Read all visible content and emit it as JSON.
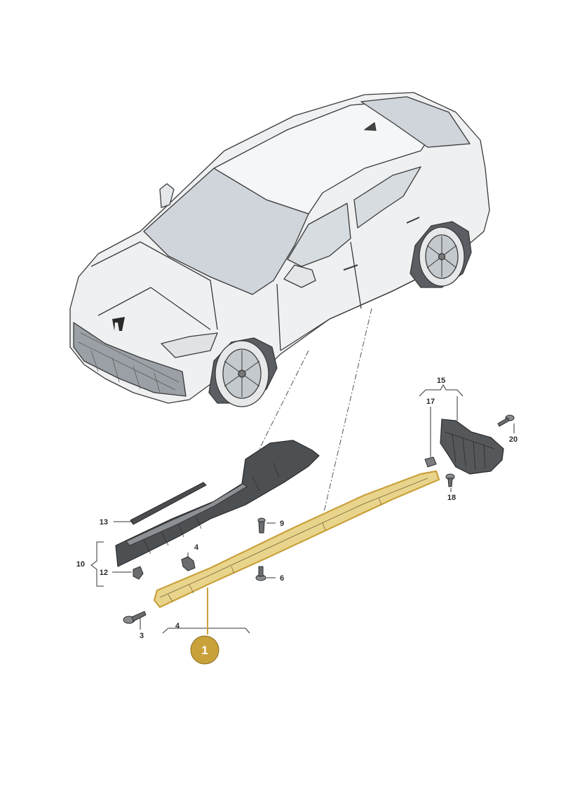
{
  "callouts": {
    "c1": "1",
    "c3": "3",
    "c4a": "4",
    "c4b": "4",
    "c6": "6",
    "c9": "9",
    "c10": "10",
    "c12": "12",
    "c13": "13",
    "c15": "15",
    "c17": "17",
    "c18": "18",
    "c20": "20"
  },
  "colors": {
    "highlight": "#c9a13b",
    "highlight_fill": "#e9d48c",
    "badge": "#c9a13b",
    "line": "#333333",
    "car_body": "#eef0f2",
    "glass": "#d2d7dc",
    "parts": "#4a4c4f"
  },
  "icons": {
    "brand_mark": "cupra-logo-icon"
  }
}
